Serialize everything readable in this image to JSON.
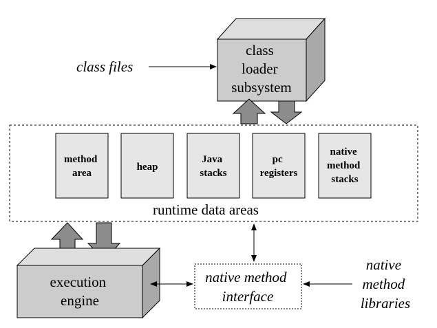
{
  "inputs": {
    "class_files": "class files",
    "native_libraries": [
      "native",
      "method",
      "libraries"
    ]
  },
  "class_loader": {
    "lines": [
      "class",
      "loader",
      "subsystem"
    ]
  },
  "runtime": {
    "label": "runtime data areas",
    "areas": [
      {
        "id": "method-area",
        "lines": [
          "method",
          "area"
        ]
      },
      {
        "id": "heap",
        "lines": [
          "heap"
        ]
      },
      {
        "id": "java-stacks",
        "lines": [
          "Java",
          "stacks"
        ]
      },
      {
        "id": "pc-registers",
        "lines": [
          "pc",
          "registers"
        ]
      },
      {
        "id": "native-method-stacks",
        "lines": [
          "native",
          "method",
          "stacks"
        ]
      }
    ]
  },
  "execution_engine": {
    "lines": [
      "execution",
      "engine"
    ]
  },
  "native_interface": {
    "lines": [
      "native method",
      "interface"
    ]
  },
  "colors": {
    "box_front": "#cccccc",
    "box_top": "#dedede",
    "box_side": "#a9a9a9",
    "area_fill": "#e6e6e6",
    "block_arrow": "#8c8c8c",
    "stroke": "#000000"
  }
}
